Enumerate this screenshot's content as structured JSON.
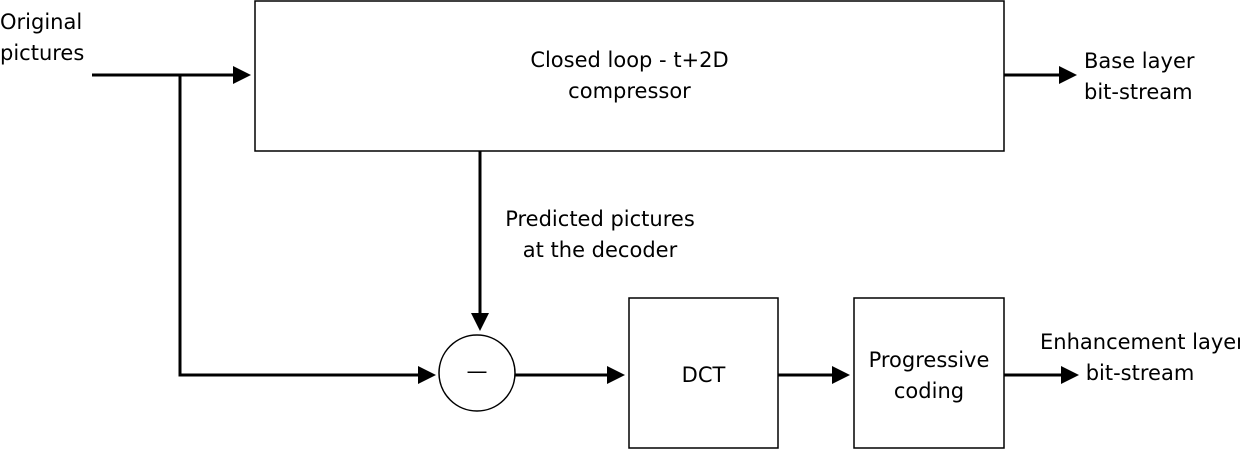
{
  "inputs": {
    "original_pictures": [
      "Original",
      "pictures"
    ]
  },
  "blocks": {
    "compressor": [
      "Closed loop - t+2D",
      "compressor"
    ],
    "subtractor_symbol": "—",
    "dct": "DCT",
    "progressive_coding": [
      "Progressive",
      "coding"
    ]
  },
  "signals": {
    "predicted_pictures": [
      "Predicted pictures",
      "at the decoder"
    ]
  },
  "outputs": {
    "base_layer": [
      "Base layer",
      "bit-stream"
    ],
    "enhancement_layer": [
      "Enhancement layer",
      "bit-stream"
    ]
  }
}
